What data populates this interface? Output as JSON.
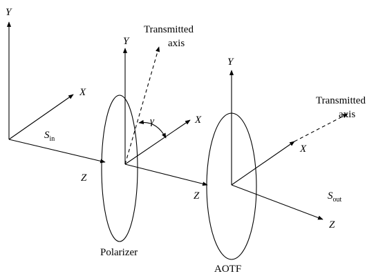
{
  "axes": {
    "y": "Y",
    "x": "X",
    "z": "Z"
  },
  "s_in": {
    "symbol": "S",
    "subscript": "in"
  },
  "s_out": {
    "symbol": "S",
    "subscript": "out"
  },
  "transmitted_axis": {
    "line1": "Transmitted",
    "line2": "axis"
  },
  "angle_symbol": "γ",
  "polarizer_label": "Polarizer",
  "aotf_label": "AOTF",
  "colors": {
    "stroke": "#000000",
    "background": "#ffffff"
  }
}
